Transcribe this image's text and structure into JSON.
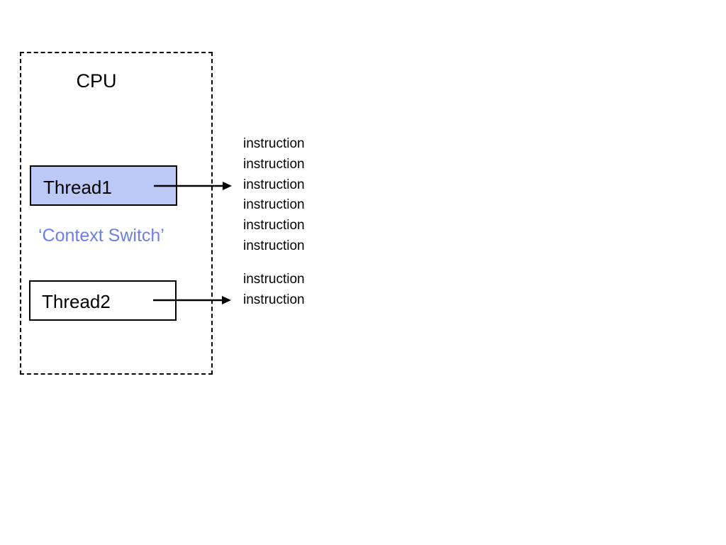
{
  "cpu": {
    "label": "CPU"
  },
  "threads": [
    {
      "label": "Thread1",
      "active": true,
      "fill": "#bcc8f5"
    },
    {
      "label": "Thread2",
      "active": false,
      "fill": "#ffffff"
    }
  ],
  "context_switch": {
    "label": "‘Context Switch’",
    "color": "#6b7ef0"
  },
  "instructions": {
    "group1": [
      "instruction",
      "instruction",
      "instruction",
      "instruction",
      "instruction",
      "instruction"
    ],
    "group2": [
      "instruction",
      "instruction"
    ]
  }
}
